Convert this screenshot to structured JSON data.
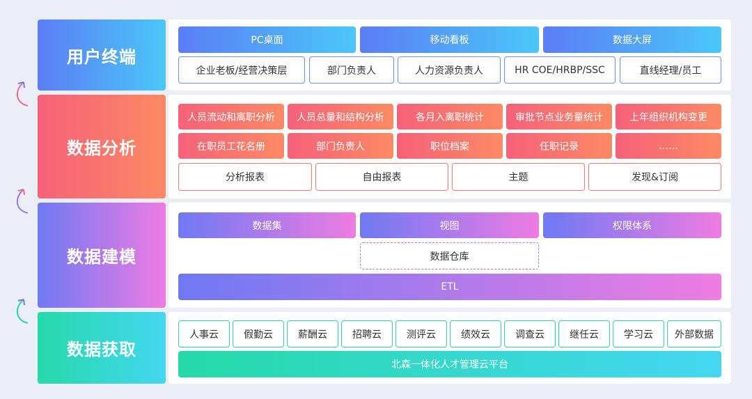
{
  "layers": {
    "terminal": {
      "title": "用户终端",
      "top_row": [
        "PC桌面",
        "移动看板",
        "数据大屏"
      ],
      "bottom_row": [
        "企业老板/经营决策层",
        "部门负责人",
        "人力资源负责人",
        "HR COE/HRBP/SSC",
        "直线经理/员工"
      ]
    },
    "analysis": {
      "title": "数据分析",
      "row1": [
        "人员流动和离职分析",
        "人员总量和结构分析",
        "各月入离职统计",
        "审批节点业务量统计",
        "上年组织机构变更"
      ],
      "row2": [
        "在职员工花名册",
        "部门负责人",
        "职位档案",
        "任职记录",
        "……"
      ],
      "row3": [
        "分析报表",
        "自由报表",
        "主题",
        "发现&订阅"
      ]
    },
    "modeling": {
      "title": "数据建模",
      "row1": [
        "数据集",
        "视图",
        "权限体系"
      ],
      "warehouse": "数据仓库",
      "etl": "ETL"
    },
    "acquisition": {
      "title": "数据获取",
      "modules": [
        "人事云",
        "假勤云",
        "薪酬云",
        "招聘云",
        "测评云",
        "绩效云",
        "调查云",
        "继任云",
        "学习云",
        "外部数据"
      ],
      "platform": "北森一体化人才管理云平台"
    }
  },
  "colors": {
    "terminal": "#5b7df5",
    "analysis": "#f5617a",
    "modeling": "#8a7af2",
    "acquisition": "#25d9a8"
  }
}
